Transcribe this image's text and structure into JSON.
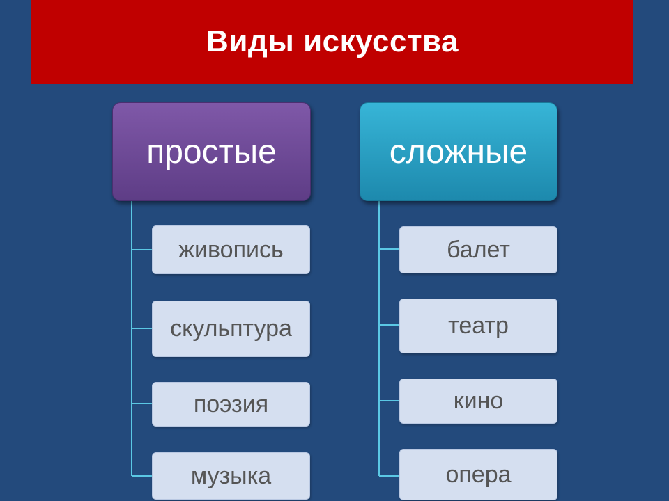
{
  "title": "Виды искусства",
  "groups": [
    {
      "label": "простые",
      "items": [
        "живопись",
        "скульптура",
        "поэзия",
        "музыка"
      ]
    },
    {
      "label": "сложные",
      "items": [
        "балет",
        "театр",
        "кино",
        "опера"
      ]
    }
  ],
  "colors": {
    "background": "#234a7c",
    "title_bar": "#c00000",
    "simple_head": "#6a479a",
    "complex_head": "#27a3c8",
    "item_fill": "#d5dff0",
    "connector": "#5bc8e4"
  }
}
